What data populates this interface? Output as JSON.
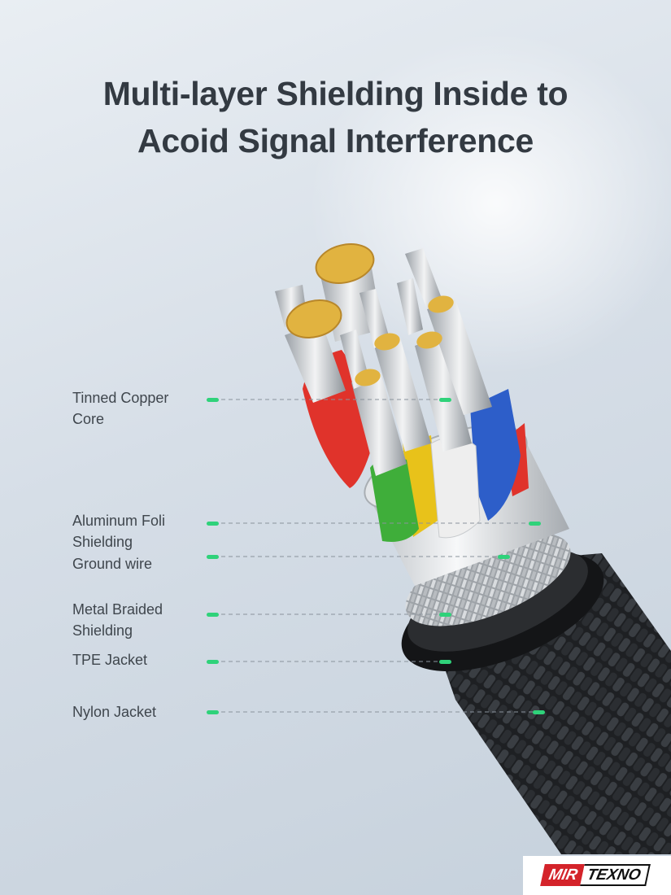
{
  "title": {
    "line1": "Multi-layer Shielding Inside to",
    "line2": "Acoid Signal Interference"
  },
  "labels": [
    {
      "line1": "Tinned Copper",
      "line2": "Core"
    },
    {
      "line1": "Aluminum Foli",
      "line2": "Shielding"
    },
    {
      "line1": "Ground wire"
    },
    {
      "line1": "Metal Braided",
      "line2": "Shielding"
    },
    {
      "line1": "TPE Jacket"
    },
    {
      "line1": "Nylon Jacket"
    }
  ],
  "watermark": {
    "part1": "MIR",
    "part2": "TEXNO"
  },
  "colors": {
    "accent_dot": "#2fd27a",
    "leader_line": "#8a939c",
    "wire_red": "#e0332b",
    "wire_blue": "#2d5ec9",
    "wire_green": "#3fae3a",
    "wire_yellow": "#e8c21a",
    "wire_white": "#eeeeee",
    "copper": "#e1b340",
    "braid": "#2a2d31"
  }
}
